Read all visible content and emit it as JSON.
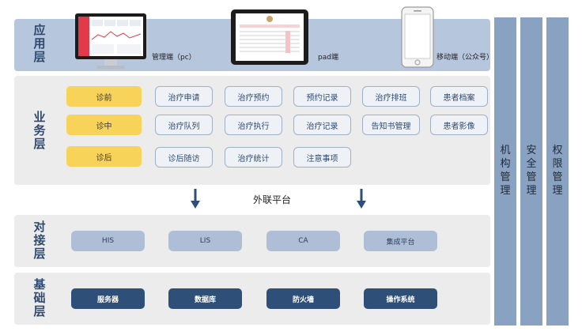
{
  "layers": {
    "app": {
      "title": "应用层"
    },
    "business": {
      "title": "业务层"
    },
    "interface": {
      "title": "对接层"
    },
    "foundation": {
      "title": "基础层"
    }
  },
  "devices": {
    "desktop": "管理端（pc）",
    "pad": "pad端",
    "mobile": "移动端（公众号）"
  },
  "business": {
    "phases": [
      "诊前",
      "诊中",
      "诊后"
    ],
    "row1": [
      "治疗申请",
      "治疗预约",
      "预约记录",
      "治疗排班",
      "患者档案"
    ],
    "row2": [
      "治疗队列",
      "治疗执行",
      "治疗记录",
      "告知书管理",
      "患者影像"
    ],
    "row3": [
      "诊后随访",
      "治疗统计",
      "注意事项"
    ]
  },
  "external_platform": "外联平台",
  "interface_items": [
    "HIS",
    "LIS",
    "CA",
    "集成平台"
  ],
  "foundation_items": [
    "服务器",
    "数据库",
    "防火墙",
    "操作系统"
  ],
  "side_bars": [
    "机构管理",
    "安全管理",
    "权限管理"
  ],
  "colors": {
    "app_layer": "#b5c6dd",
    "grey_layer": "#ececec",
    "yellow": "#f7d35a",
    "light_blue_box": "#aebed6",
    "dark_blue_box": "#2e4f78",
    "side_bar": "#8aa2c2",
    "arrow": "#2e4f78"
  },
  "icons": [
    "desktop-monitor-icon",
    "tablet-icon",
    "smartphone-icon",
    "down-arrow-icon"
  ]
}
